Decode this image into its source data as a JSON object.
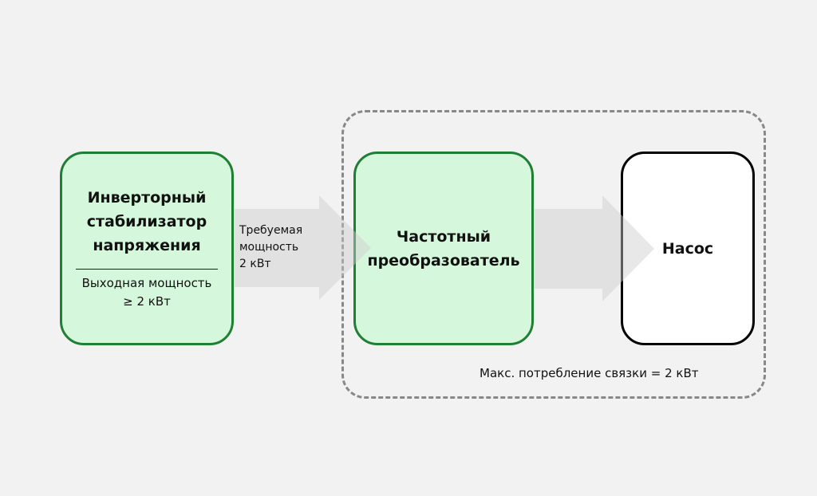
{
  "stabilizer": {
    "title_lines": [
      "Инверторный",
      "стабилизатор",
      "напряжения"
    ],
    "output_lines": [
      "Выходная мощность",
      "≥ 2 кВт"
    ]
  },
  "arrow_label": [
    "Требуемая",
    "мощность",
    "2 кВт"
  ],
  "converter": {
    "title_lines": [
      "Частотный",
      "преобразователь"
    ]
  },
  "pump": {
    "title": "Насос"
  },
  "group_note": "Макс. потребление связки = 2 кВт",
  "colors": {
    "green_fill": "#d5f8dc",
    "green_border": "#1f7f32",
    "dashed": "#888888",
    "arrow": "#dcdcdc"
  }
}
